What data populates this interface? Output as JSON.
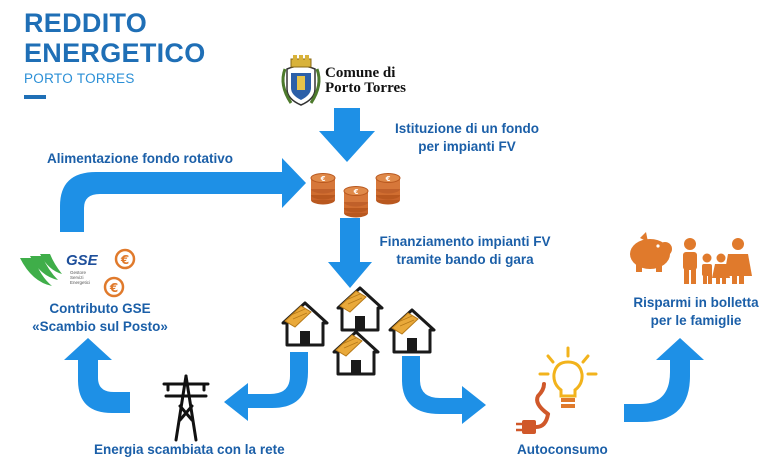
{
  "header": {
    "title_line1": "REDDITO",
    "title_line2": "ENERGETICO",
    "subtitle": "PORTO TORRES"
  },
  "logo": {
    "line1": "Comune di",
    "line2": "Porto Torres"
  },
  "gse": {
    "logo_text": "GSE",
    "sub1": "Gestore",
    "sub2": "Servizi",
    "sub3": "Energetici"
  },
  "labels": {
    "fondo_line1": "Istituzione di un fondo",
    "fondo_line2": "per impianti FV",
    "alimentazione": "Alimentazione fondo rotativo",
    "finanziamento_line1": "Finanziamento impianti FV",
    "finanziamento_line2": "tramite bando di gara",
    "contributo_line1": "Contributo GSE",
    "contributo_line2": "«Scambio sul Posto»",
    "risparmi_line1": "Risparmi in bolletta",
    "risparmi_line2": "per le famiglie",
    "energia": "Energia scambiata con la rete",
    "autoconsumo": "Autoconsumo"
  },
  "colors": {
    "arrow": "#1e90e6",
    "title": "#1f6fb6",
    "label": "#1b5fa8",
    "orange": "#e07a2c",
    "coin": "#c8632a"
  },
  "icons": [
    "coat-of-arms-icon",
    "coins-icon",
    "house-icon",
    "gse-logo-icon",
    "euro-icon",
    "power-pylon-icon",
    "lightbulb-icon",
    "plug-icon",
    "piggy-bank-icon",
    "family-icon"
  ]
}
